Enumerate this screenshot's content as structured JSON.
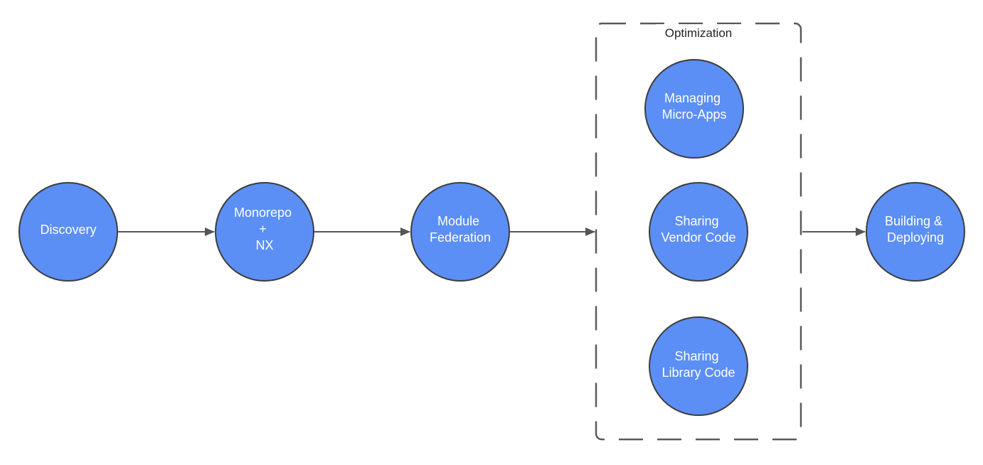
{
  "diagram": {
    "nodes": {
      "discovery": {
        "lines": [
          "Discovery"
        ]
      },
      "monorepo": {
        "lines": [
          "Monorepo",
          "+",
          "NX"
        ]
      },
      "module_federation": {
        "lines": [
          "Module",
          "Federation"
        ]
      },
      "managing_micro_apps": {
        "lines": [
          "Managing",
          "Micro-Apps"
        ]
      },
      "sharing_vendor_code": {
        "lines": [
          "Sharing",
          "Vendor Code"
        ]
      },
      "sharing_library_code": {
        "lines": [
          "Sharing",
          "Library Code"
        ]
      },
      "building_deploying": {
        "lines": [
          "Building &",
          "Deploying"
        ]
      }
    },
    "group": {
      "title": "Optimization"
    },
    "edges": [
      {
        "from": "Discovery",
        "to": "Monorepo + NX"
      },
      {
        "from": "Monorepo + NX",
        "to": "Module Federation"
      },
      {
        "from": "Module Federation",
        "to": "Optimization"
      },
      {
        "from": "Optimization",
        "to": "Building & Deploying"
      }
    ],
    "colors": {
      "node_fill": "#5b8ff5",
      "node_stroke": "#3d3d3d",
      "node_text": "#ffffff",
      "edge": "#555555",
      "group_border": "#5a5a5a"
    }
  }
}
